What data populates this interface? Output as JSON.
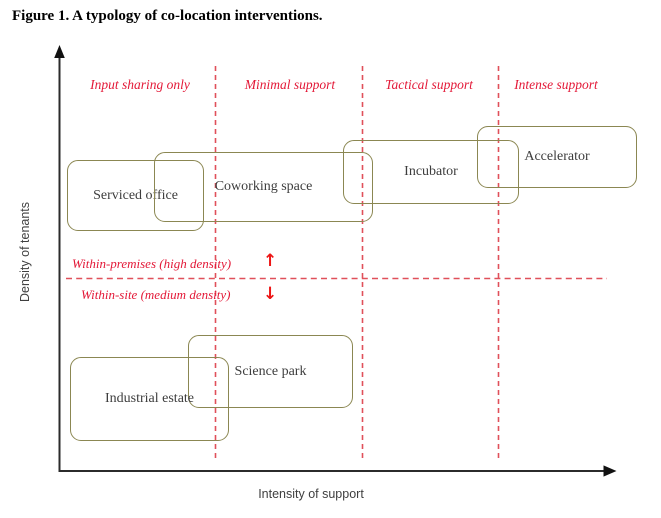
{
  "figure": {
    "title": "Figure 1. A typology of co-location interventions."
  },
  "axes": {
    "y_label": "Density of tenants",
    "x_label": "Intensity of support"
  },
  "support_regions": [
    {
      "label": "Input sharing only"
    },
    {
      "label": "Minimal support"
    },
    {
      "label": "Tactical support"
    },
    {
      "label": "Intense support"
    }
  ],
  "density_divider": {
    "above_label": "Within-premises (high density)",
    "above_arrow": "↑",
    "below_label": "Within-site (medium density)",
    "below_arrow": "↓"
  },
  "interventions": [
    {
      "label": "Serviced office"
    },
    {
      "label": "Coworking space"
    },
    {
      "label": "Incubator"
    },
    {
      "label": "Accelerator"
    },
    {
      "label": "Science park"
    },
    {
      "label": "Industrial estate"
    }
  ],
  "colors": {
    "box_border": "#8b8752",
    "box_text": "#3d3d3d",
    "red_text": "#e31837",
    "red_dash": "#e0505a",
    "red_arrow": "#ed1515",
    "axis": "#2b2b2b"
  }
}
